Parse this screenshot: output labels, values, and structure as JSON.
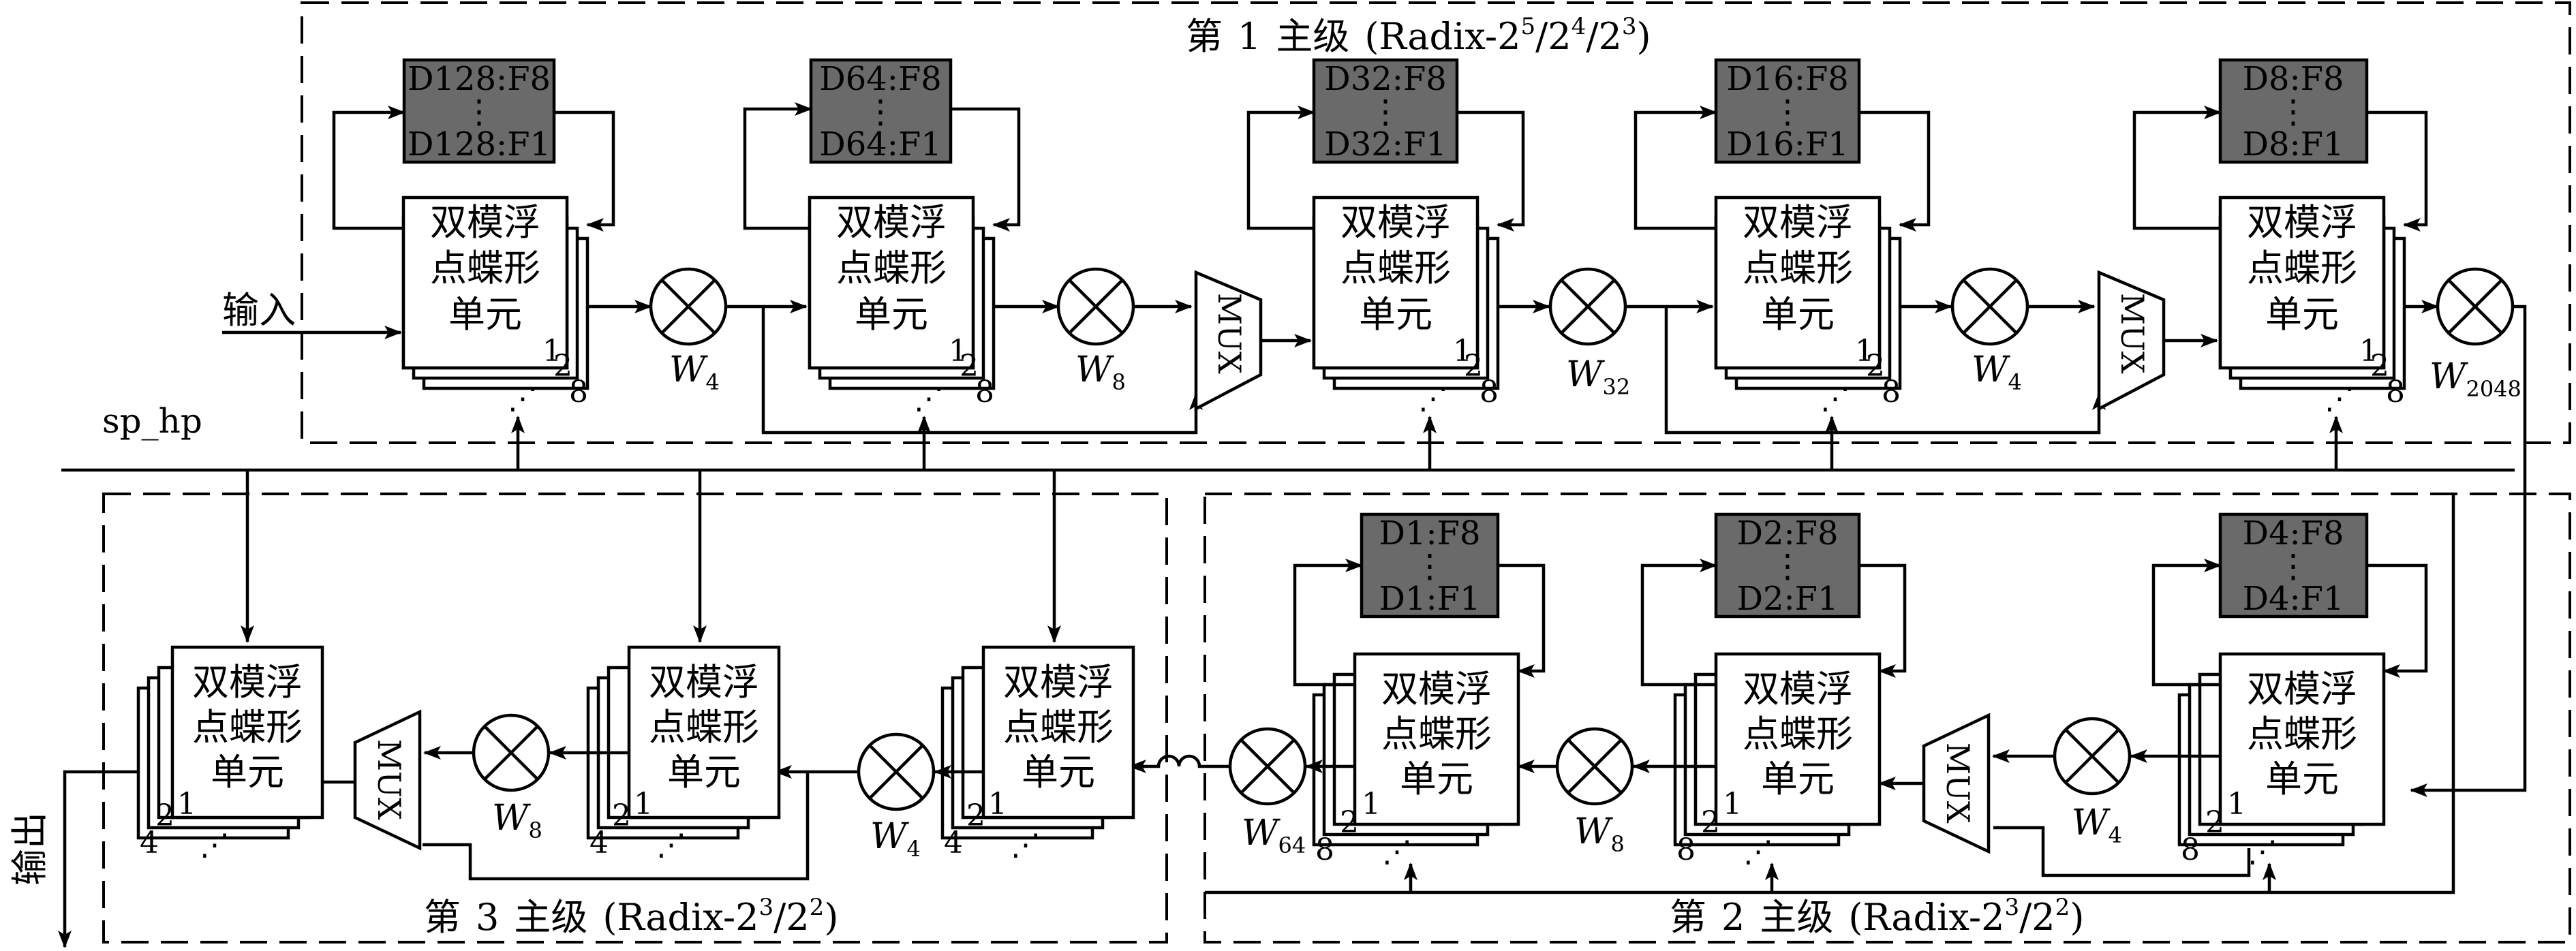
{
  "stages": {
    "stage1": {
      "title_prefix": "第",
      "title_num": "1",
      "title_mid": "主级",
      "title_radix": "(Radix-2",
      "exp1": "5",
      "slash1": "/2",
      "exp2": "4",
      "slash2": "/2",
      "exp3": "3",
      "close": ")"
    },
    "stage2": {
      "title_prefix": "第",
      "title_num": "2",
      "title_mid": "主级",
      "title_radix": "(Radix-2",
      "exp1": "3",
      "slash1": "/2",
      "exp2": "2",
      "close": ")"
    },
    "stage3": {
      "title_prefix": "第",
      "title_num": "3",
      "title_mid": "主级",
      "title_radix": "(Radix-2",
      "exp1": "3",
      "slash1": "/2",
      "exp2": "2",
      "close": ")"
    }
  },
  "labels": {
    "input": "输入",
    "output": "输出",
    "control": "sp_hp",
    "mux": "MUX",
    "bf_line1": "双模浮",
    "bf_line2": "点蝶形",
    "bf_line3": "单元",
    "dots": "⋰",
    "vdots": "⋮"
  },
  "butterflies": {
    "b1": {
      "front": "1",
      "mid": "2",
      "back": "8"
    },
    "b2": {
      "front": "1",
      "mid": "2",
      "back": "8"
    },
    "b3": {
      "front": "1",
      "mid": "2",
      "back": "8"
    },
    "b4": {
      "front": "1",
      "mid": "2",
      "back": "8"
    },
    "b5": {
      "front": "1",
      "mid": "2",
      "back": "8"
    },
    "b6": {
      "front": "1",
      "mid": "2",
      "back": "8"
    },
    "b7": {
      "front": "1",
      "mid": "2",
      "back": "8"
    },
    "b8": {
      "front": "1",
      "mid": "2",
      "back": "8"
    },
    "b9": {
      "front": "1",
      "mid": "2",
      "back": "4"
    },
    "b10": {
      "front": "1",
      "mid": "2",
      "back": "4"
    },
    "b11": {
      "front": "1",
      "mid": "2",
      "back": "4"
    }
  },
  "memories": {
    "m1": {
      "top": "D128:F8",
      "bottom": "D128:F1"
    },
    "m2": {
      "top": "D64:F8",
      "bottom": "D64:F1"
    },
    "m3": {
      "top": "D32:F8",
      "bottom": "D32:F1"
    },
    "m4": {
      "top": "D16:F8",
      "bottom": "D16:F1"
    },
    "m5": {
      "top": "D8:F8",
      "bottom": "D8:F1"
    },
    "m6": {
      "top": "D1:F8",
      "bottom": "D1:F1"
    },
    "m7": {
      "top": "D2:F8",
      "bottom": "D2:F1"
    },
    "m8": {
      "top": "D4:F8",
      "bottom": "D4:F1"
    }
  },
  "twiddles": {
    "t1": {
      "base": "W",
      "sub": "4"
    },
    "t2": {
      "base": "W",
      "sub": "8"
    },
    "t3": {
      "base": "W",
      "sub": "32"
    },
    "t4": {
      "base": "W",
      "sub": "4"
    },
    "t5": {
      "base": "W",
      "sub": "2048"
    },
    "t6": {
      "base": "W",
      "sub": "64"
    },
    "t7": {
      "base": "W",
      "sub": "8"
    },
    "t8": {
      "base": "W",
      "sub": "4"
    },
    "t9": {
      "base": "W",
      "sub": "8"
    },
    "t10": {
      "base": "W",
      "sub": "4"
    }
  }
}
